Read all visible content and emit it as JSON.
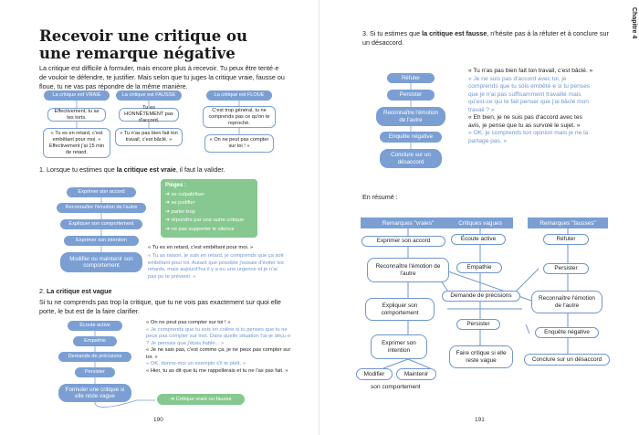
{
  "left": {
    "title_line1": "Recevoir une critique ou",
    "title_line2": "une remarque négative",
    "intro_l1": "La critique est difficile à formuler, mais encore plus à recevoir. Tu peux être tenté·e",
    "intro_l2": "de vouloir te défendre, te justifier. Mais selon que tu juges la critique vraie, fausse ou",
    "intro_l3": "floue, tu ne vas pas répondre de la même manière.",
    "cases": [
      {
        "header": "La critique est VRAIE",
        "text": "Effectivement, tu as tes torts.",
        "quote": "« Tu es en retard, c'est embêtant pour moi. » Effectivement j'ai 15 min de retard."
      },
      {
        "header": "La critique est FAUSSE",
        "text": "Tu es HONNÊTEMENT pas d'accord.",
        "quote": "« Tu n'as pas bien fait ton travail, c'est bâclé. »"
      },
      {
        "header": "La critique est FLOUE",
        "text": "C'est trop général, tu ne comprends pas ce qu'on te reproché.",
        "quote": "« On ne peut pas compter sur toi ! »"
      }
    ],
    "item1_pre": "1. Lorsque tu estimes que ",
    "item1_bold": "la critique est vraie",
    "item1_post": ", il faut la valider.",
    "flow1": [
      "Exprimer son accord",
      "Reconnaître l'émotion de l'autre",
      "Expliquer son comportement",
      "Exprimer son intention",
      "Modifier ou maintenir son comportement"
    ],
    "traps_title": "Pièges :",
    "traps": [
      "se culpabiliser",
      "se justifier",
      "parler trop",
      "répondre par une autre critique",
      "ne pas supporter le silence"
    ],
    "quote1_a": "« Tu es en retard, c'est embêtant pour moi. »",
    "quote1_b": "« Tu as raison, je suis en retard, je comprends que ça soit embêtant pour toi. Autant que possible j'essaie d'éviter les retards, mais aujourd'hui il y a eu une urgence et je n'ai pas pu te prévenir. »",
    "item2_num": "2. ",
    "item2_bold": "La critique est vague",
    "item2_text_l1": "Si tu ne comprends pas trop la critique, que tu ne vois pas exactement sur quoi elle",
    "item2_text_l2": "porte, le but est de la faire clarifier.",
    "flow2": [
      "Écoute active",
      "Empathie",
      "Demande de précisions",
      "Persister",
      "Formuler une critique si elle reste vague"
    ],
    "dialog2": [
      {
        "text": "« On ne peut pas compter sur toi ! »",
        "blue": false
      },
      {
        "text": "« Je comprends que tu sois en colère si tu penses que tu ne peux pas compter sur moi. Dans quelle situation t'ai-je déçu·e ? Je pensais que j'étais fiable... »",
        "blue": true
      },
      {
        "text": "« Je ne sais pas, c'est comme ça, je ne peux pas compter sur toi. »",
        "blue": false
      },
      {
        "text": "« OK, donne-moi un exemple s'il te plaît. »",
        "blue": true
      },
      {
        "text": "« Hier, tu as dit que tu me rappellerais et tu ne l'as pas fait. »",
        "blue": false
      }
    ],
    "green_button": "Critique vraie ou fausse",
    "page_number": "190"
  },
  "right": {
    "chapter": "Chapitre 4",
    "item3_pre": "3. Si tu estimes que ",
    "item3_bold": "la critique est fausse",
    "item3_post": ", n'hésite pas à la réfuter et à conclure sur",
    "item3_l2": "un désaccord.",
    "flow3": [
      "Réfuter",
      "Persister",
      "Reconnaître l'émotion de l'autre",
      "Enquête négative",
      "Conclure sur un désaccord"
    ],
    "dialog3": [
      {
        "text": "« Tu n'as pas bien fait ton travail, c'est bâclé. »",
        "blue": false
      },
      {
        "text": "« Je ne suis pas d'accord avec toi, je comprends que tu sois embêté·e si tu penses que je n'ai pas suffisamment travaillé mais qu'est-ce qui te fait penser que j'ai bâclé mon travail ? »",
        "blue": true
      },
      {
        "text": "« Eh bien, je ne suis pas d'accord avec tes avis, je pense que tu as survolé le sujet. »",
        "blue": false
      },
      {
        "text": "« OK, je comprends ton opinion mais je ne la partage pas. »",
        "blue": true
      }
    ],
    "summary_label": "En résumé :",
    "col_headers": [
      "Remarques \"vraies\"",
      "Critiques vagues",
      "Remarques \"fausses\""
    ],
    "col1": [
      "Exprimer son accord",
      "Reconnaître l'émotion de l'autre",
      "Expliquer son comportement",
      "Exprimer son intention",
      "Modifier",
      "Maintenir"
    ],
    "col1_footer": "son comportement",
    "col2": [
      "Écoute active",
      "Empathie",
      "Demande de précisions",
      "Persister",
      "Faire critique si elle reste vague"
    ],
    "col3": [
      "Réfuter",
      "Persister",
      "Reconnaître l'émotion de l'autre",
      "Enquête négative",
      "Conclure sur un désaccord"
    ],
    "page_number": "191"
  },
  "colors": {
    "blue": "#7b9fd3",
    "green": "#86c88f",
    "quote_blue": "#6f96cf"
  }
}
